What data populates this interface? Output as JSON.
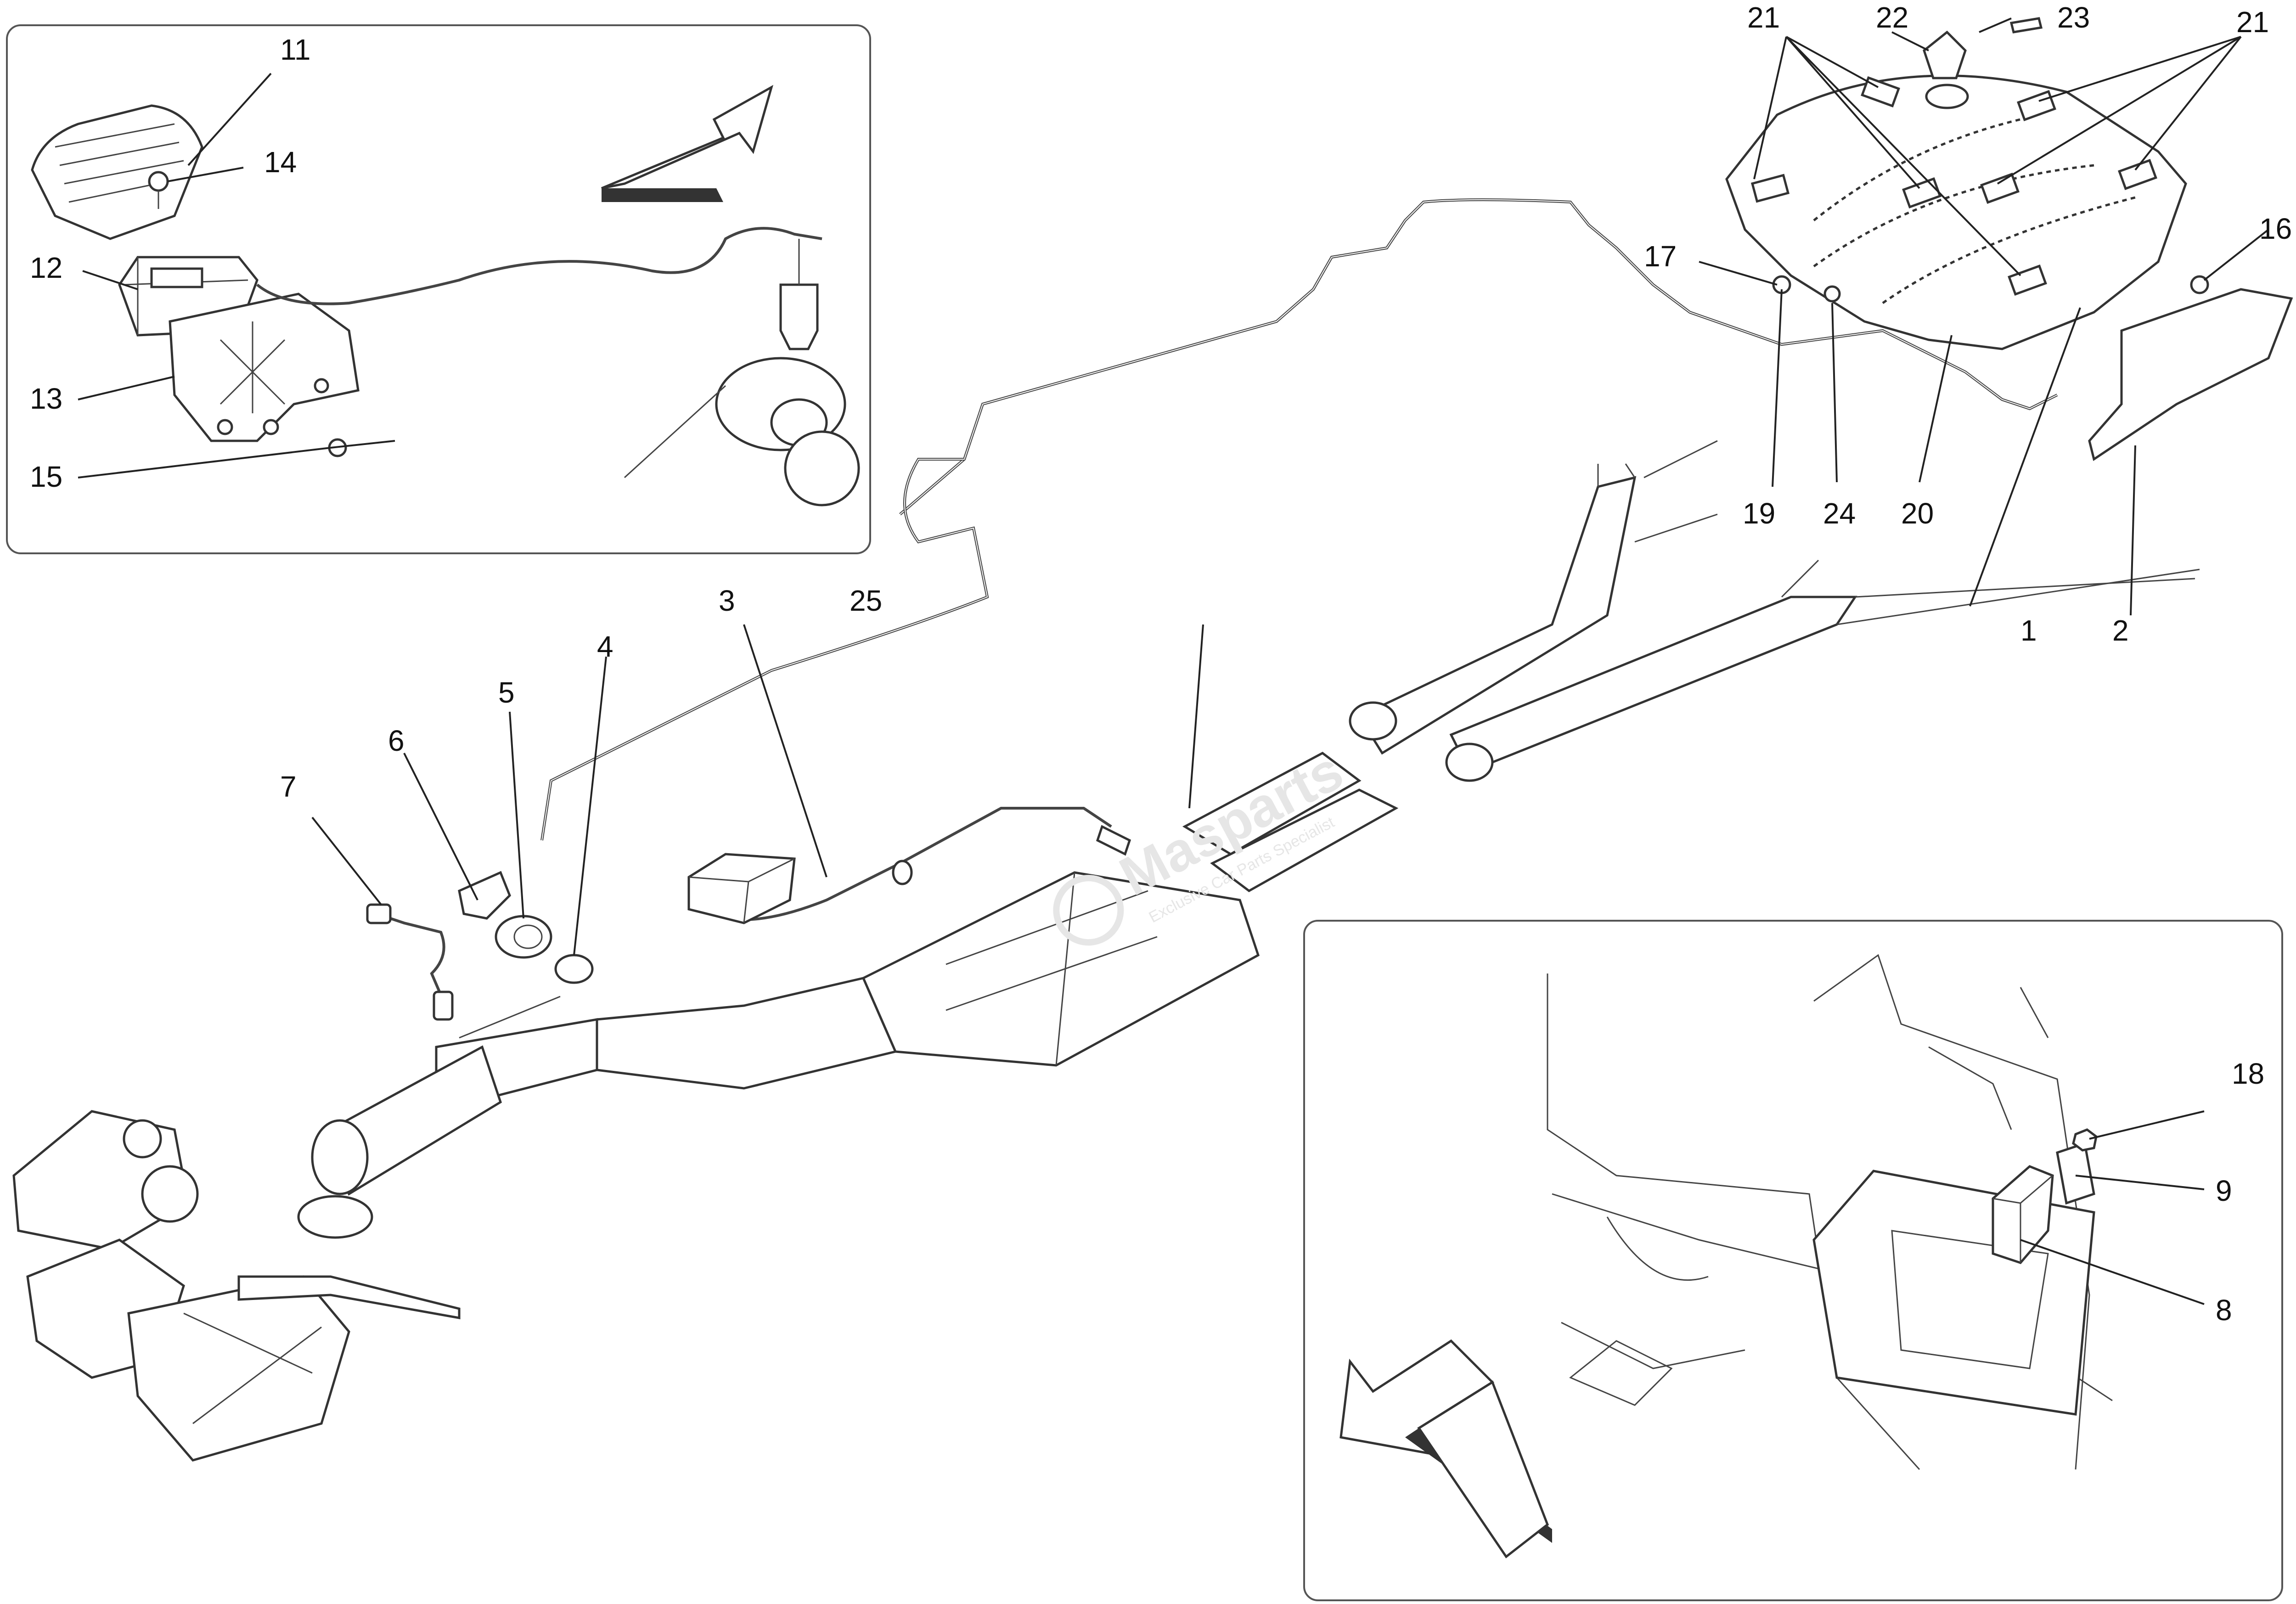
{
  "diagram": {
    "callouts": {
      "c1": "1",
      "c2": "2",
      "c3": "3",
      "c4": "4",
      "c5": "5",
      "c6": "6",
      "c7": "7",
      "c8": "8",
      "c9": "9",
      "c11": "11",
      "c12": "12",
      "c13": "13",
      "c14": "14",
      "c15": "15",
      "c16": "16",
      "c17": "17",
      "c18": "18",
      "c19": "19",
      "c20": "20",
      "c21a": "21",
      "c21b": "21",
      "c22": "22",
      "c23": "23",
      "c24": "24",
      "c25": "25"
    },
    "watermark": {
      "brand": "Masparts",
      "tagline": "Exclusive Car Parts Specialist"
    }
  }
}
